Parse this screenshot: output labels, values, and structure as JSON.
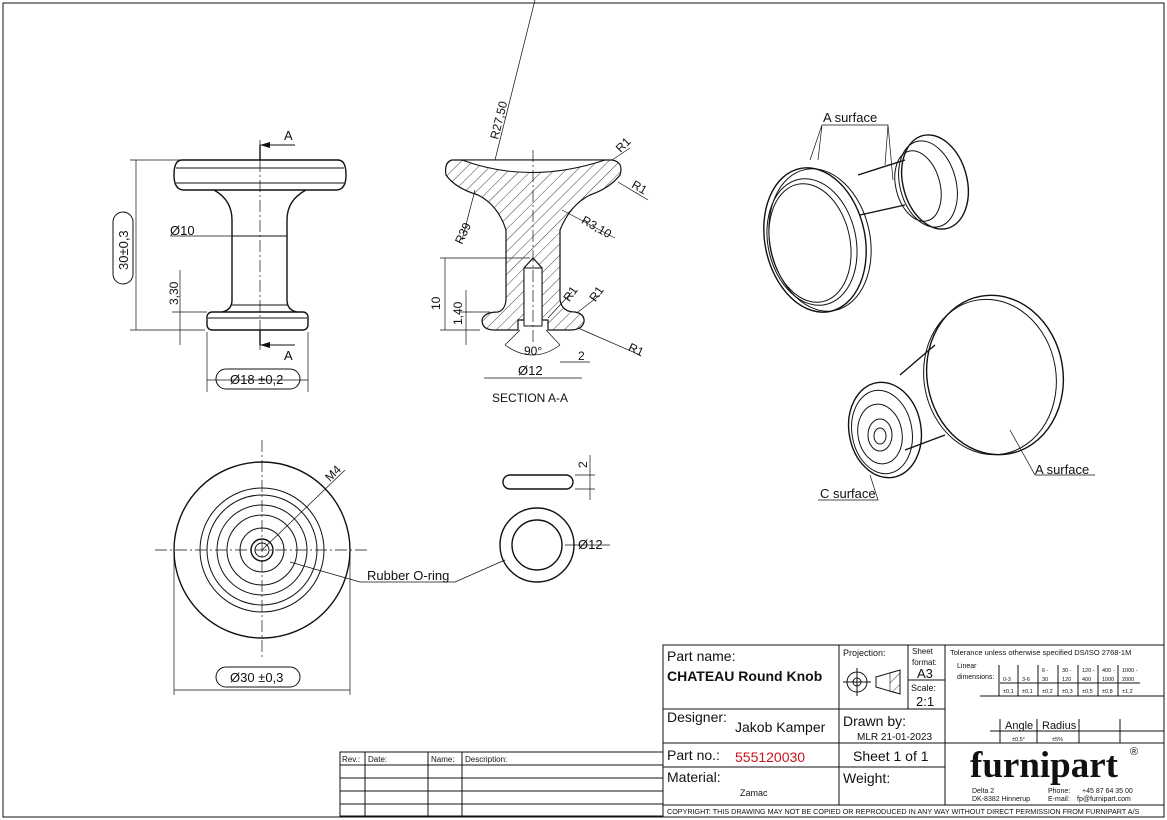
{
  "views": {
    "front": {
      "section_mark_top": "A",
      "section_mark_bottom": "A",
      "height_dim": "30±0,3",
      "neck_dia": "Ø10",
      "base_height": "3,30",
      "base_dia": "Ø18 ±0,2"
    },
    "section": {
      "r_top": "R27,50",
      "r1_a": "R1",
      "r1_b": "R1",
      "r39": "R39",
      "r3_10": "R3,10",
      "h10": "10",
      "h1_40": "1,40",
      "r1_c": "R1",
      "r1_d": "R1",
      "r1_e": "R1",
      "angle": "90°",
      "w2": "2",
      "dia12": "Ø12",
      "title": "SECTION A-A"
    },
    "iso": {
      "a_surface_top": "A surface",
      "a_surface_bottom": "A surface",
      "c_surface": "C surface"
    },
    "bottom": {
      "thread": "M4",
      "dia30": "Ø30 ±0,3",
      "oring_label": "Rubber O-ring",
      "oring_thickness": "2",
      "oring_dia": "Ø12"
    }
  },
  "revision_table": {
    "headers": [
      "Rev.:",
      "Date:",
      "Name:",
      "Description:"
    ]
  },
  "title_block": {
    "part_name_label": "Part name:",
    "part_name": "CHATEAU Round Knob",
    "projection_label": "Projection:",
    "sheet_format_label1": "Sheet",
    "sheet_format_label2": "format:",
    "sheet_format": "A3",
    "scale_label": "Scale:",
    "scale": "2:1",
    "designer_label": "Designer:",
    "designer": "Jakob Kamper",
    "drawn_by_label": "Drawn by:",
    "drawn_by": "MLR 21-01-2023",
    "part_no_label": "Part no.:",
    "part_no": "555120030",
    "sheet": "Sheet 1 of 1",
    "material_label": "Material:",
    "material": "Zamac",
    "weight_label": "Weight:",
    "tolerance_title": "Tolerance unless otherwise specified DS/ISO 2768-1M",
    "linear_label1": "Linear",
    "linear_label2": "dimensions:",
    "ranges_top": [
      "",
      "",
      "6 -",
      "30 -",
      "120 -",
      "400 -",
      "1000 -"
    ],
    "ranges_bottom": [
      "0-3",
      "3-6",
      "30",
      "120",
      "400",
      "1000",
      "2000"
    ],
    "tolerances": [
      "±0,1",
      "±0,1",
      "±0,2",
      "±0,3",
      "±0,5",
      "±0,8",
      "±1,2"
    ],
    "angle_label": "Angle",
    "radius_label": "Radius",
    "angle_tol": "±0,5°",
    "radius_tol": "±5%",
    "company": "furnipart",
    "registered": "®",
    "address1": "Delta 2",
    "address2": "DK-8382 Hinnerup",
    "phone_label": "Phone:",
    "phone": "+45 87 64 35 00",
    "email_label": "E-mail:",
    "email": "fp@furnipart.com",
    "copyright": "COPYRIGHT: THIS DRAWING MAY NOT BE COPIED OR REPRODUCED IN ANY WAY WITHOUT DIRECT PERMISSION FROM FURNIPART A/S",
    "part_no_color": "#c8141e"
  }
}
